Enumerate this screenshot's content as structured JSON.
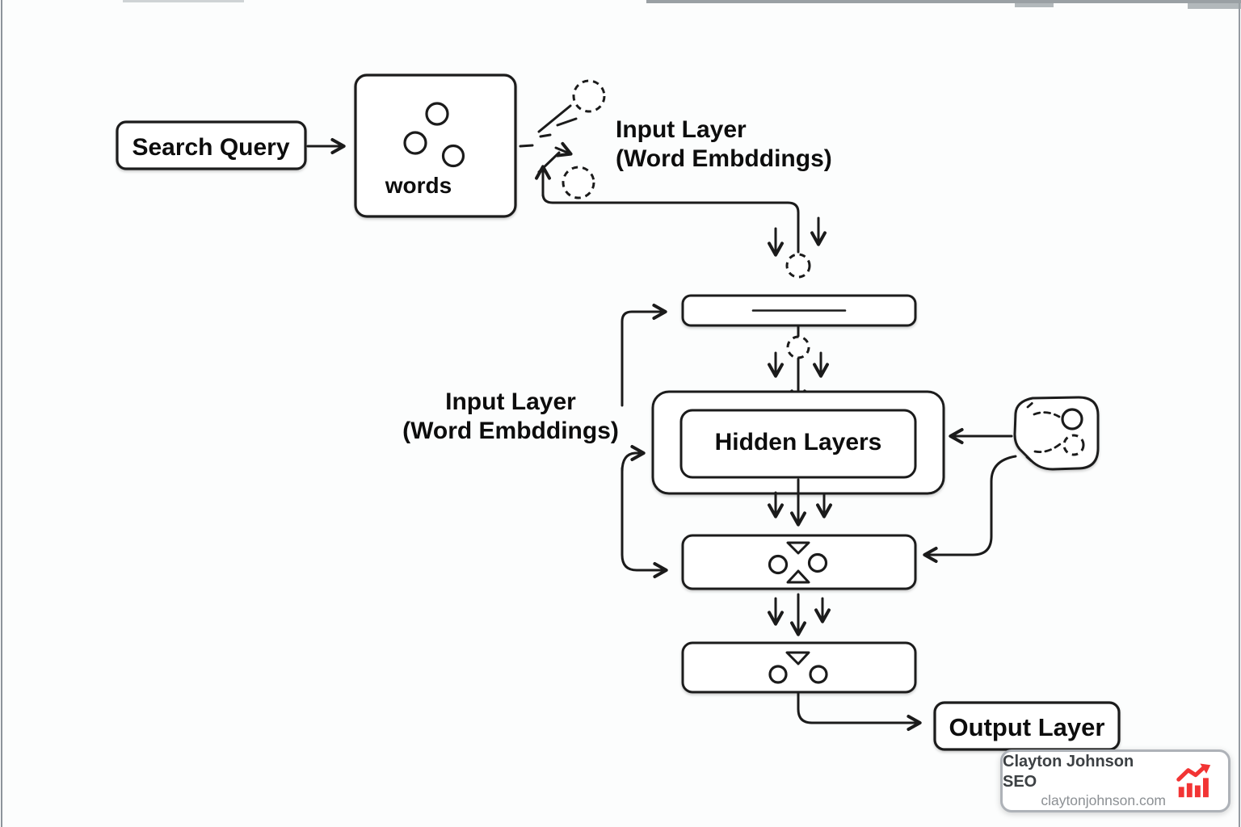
{
  "page": {
    "background_color": "#fcfdfd",
    "frame_color": "#8d949b"
  },
  "diagram": {
    "stroke_color": "#1b1b1b",
    "search_query_label": "Search Query",
    "words_label": "words",
    "input_layer_top": {
      "line1": "Input Layer",
      "line2": "(Word Embddings)"
    },
    "input_layer_left": {
      "line1": "Input Layer",
      "line2": "(Word Embddings)"
    },
    "hidden_layers_label": "Hidden Layers",
    "output_layer_label": "Output Layer"
  },
  "watermark": {
    "title": "Clayton Johnson SEO",
    "url": "claytonjohnson.com",
    "icon": "growth-chart-icon",
    "icon_color": "#f23434",
    "border_color": "#aeb2b8",
    "title_color": "#3c4043",
    "url_color": "#8c9094"
  }
}
